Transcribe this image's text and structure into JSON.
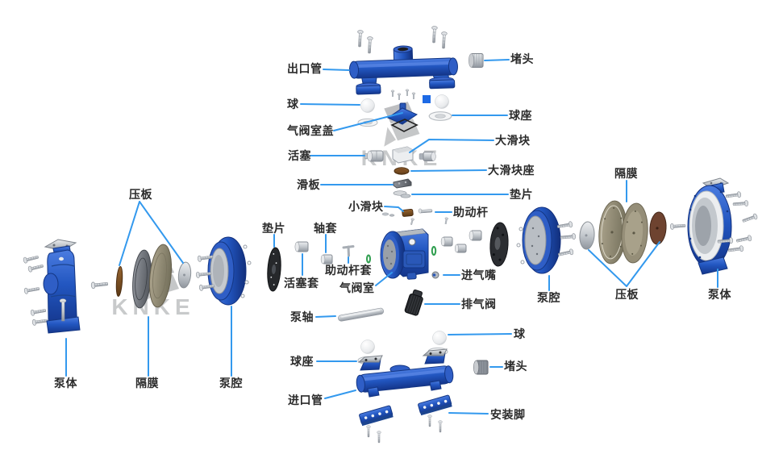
{
  "watermark": {
    "text": "KNKE"
  },
  "colors": {
    "leader_line": "#3399ee",
    "label_text": "#2b2b2b",
    "pump_blue": "#2256c0",
    "pump_blue_dark": "#143683",
    "watermark_gray": "#abadaf"
  },
  "labels": [
    {
      "id": "outlet-pipe",
      "text": "出口管"
    },
    {
      "id": "plug-top",
      "text": "堵头"
    },
    {
      "id": "ball-top",
      "text": "球"
    },
    {
      "id": "ball-seat-top",
      "text": "球座"
    },
    {
      "id": "air-valve-chamber-cover",
      "text": "气阀室盖"
    },
    {
      "id": "large-slider",
      "text": "大滑块"
    },
    {
      "id": "piston",
      "text": "活塞"
    },
    {
      "id": "large-slider-seat",
      "text": "大滑块座"
    },
    {
      "id": "slide-plate",
      "text": "滑板"
    },
    {
      "id": "gasket-top",
      "text": "垫片"
    },
    {
      "id": "small-slider",
      "text": "小滑块"
    },
    {
      "id": "assist-rod",
      "text": "助动杆"
    },
    {
      "id": "pressure-plate-left",
      "text": "压板"
    },
    {
      "id": "gasket-mid",
      "text": "垫片"
    },
    {
      "id": "shaft-sleeve",
      "text": "轴套"
    },
    {
      "id": "piston-sleeve",
      "text": "活塞套"
    },
    {
      "id": "assist-rod-sleeve",
      "text": "助动杆套"
    },
    {
      "id": "air-valve-chamber",
      "text": "气阀室"
    },
    {
      "id": "air-inlet-nozzle",
      "text": "进气嘴"
    },
    {
      "id": "exhaust-valve",
      "text": "排气阀"
    },
    {
      "id": "pump-shaft",
      "text": "泵轴"
    },
    {
      "id": "diaphragm-right",
      "text": "隔膜"
    },
    {
      "id": "pump-chamber-right",
      "text": "泵腔"
    },
    {
      "id": "pressure-plate-right",
      "text": "压板"
    },
    {
      "id": "pump-body-right",
      "text": "泵体"
    },
    {
      "id": "pump-body-left",
      "text": "泵体"
    },
    {
      "id": "diaphragm-left",
      "text": "隔膜"
    },
    {
      "id": "pump-chamber-left",
      "text": "泵腔"
    },
    {
      "id": "ball-bottom",
      "text": "球"
    },
    {
      "id": "ball-seat-bottom",
      "text": "球座"
    },
    {
      "id": "plug-bottom",
      "text": "堵头"
    },
    {
      "id": "inlet-pipe",
      "text": "进口管"
    },
    {
      "id": "mounting-feet",
      "text": "安装脚"
    }
  ]
}
